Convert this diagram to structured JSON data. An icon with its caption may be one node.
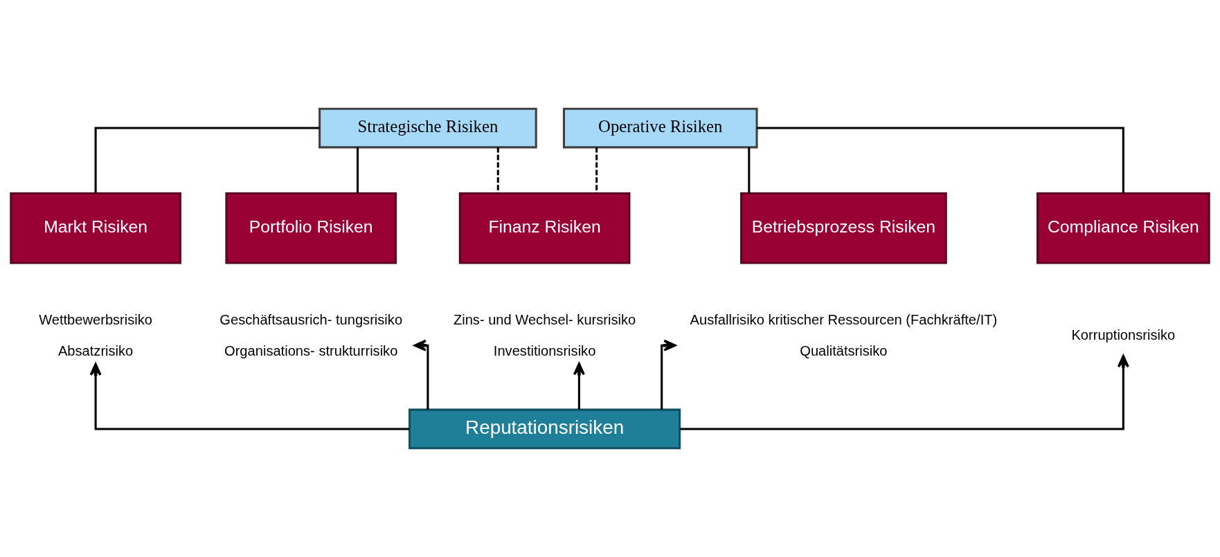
{
  "diagram": {
    "nodes": [
      {
        "text": [
          "Strategische Risiken"
        ]
      },
      {
        "text": [
          "Operative Risiken"
        ]
      },
      {
        "text": [
          "Markt Risiken"
        ]
      },
      {
        "text": [
          "Portfolio Risiken"
        ]
      },
      {
        "text": [
          "Finanz Risiken"
        ]
      },
      {
        "text": [
          "Betriebsprozess Risiken"
        ]
      },
      {
        "text": [
          "Compliance Risiken"
        ]
      },
      {
        "text": [
          "Wettbewerbsrisiko",
          "Absatzrisiko"
        ]
      },
      {
        "text": [
          "Geschäftsausrich- tungsrisiko",
          "Organisations- strukturrisiko"
        ]
      },
      {
        "text": [
          "Zins- und Wechsel- kursrisiko",
          "Investitionsrisiko"
        ]
      },
      {
        "text": [
          "Ausfallrisiko kritischer Ressourcen (Fachkräfte/IT)",
          "Qualitätsrisiko"
        ]
      },
      {
        "text": [
          "Korruptionsrisiko"
        ]
      },
      {
        "text": [
          "Reputationsrisiken"
        ]
      }
    ],
    "edges": [
      {
        "from": 0,
        "to": 2,
        "arrow": "none"
      },
      {
        "from": 0,
        "to": 3,
        "arrow": "none"
      },
      {
        "from": 0,
        "to": 4,
        "arrow": "none",
        "style": "dashed"
      },
      {
        "from": 1,
        "to": 4,
        "arrow": "none",
        "style": "dashed"
      },
      {
        "from": 1,
        "to": 5,
        "arrow": "none"
      },
      {
        "from": 1,
        "to": 6,
        "arrow": "none"
      },
      {
        "from": 12,
        "to": 7,
        "arrow": "to"
      },
      {
        "from": 12,
        "to": 8,
        "arrow": "to"
      },
      {
        "from": 12,
        "to": 9,
        "arrow": "to"
      },
      {
        "from": 12,
        "to": 10,
        "arrow": "to"
      },
      {
        "from": 12,
        "to": 11,
        "arrow": "to"
      }
    ]
  }
}
